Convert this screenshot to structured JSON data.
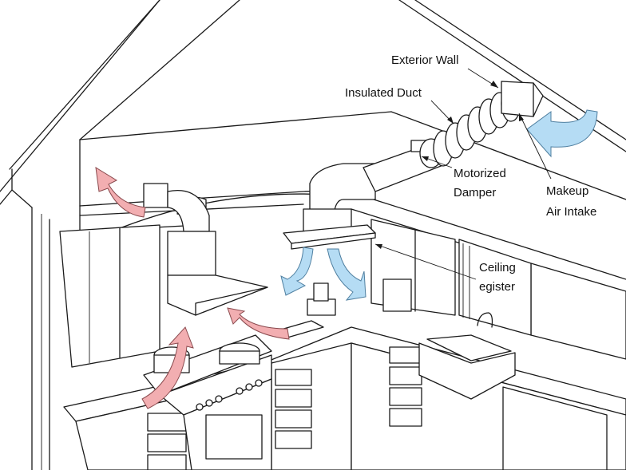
{
  "labels": {
    "exterior_wall": "Exterior Wall",
    "insulated_duct": "Insulated Duct",
    "motorized": "Motorized",
    "damper": "Damper",
    "makeup": "Makeup",
    "air_intake": "Air Intake",
    "ceiling": "Ceiling",
    "register": "egister"
  },
  "colors": {
    "exhaust_air": "#f2aeb1",
    "makeup_air": "#b5dcf4",
    "line": "#1a1a1a"
  }
}
